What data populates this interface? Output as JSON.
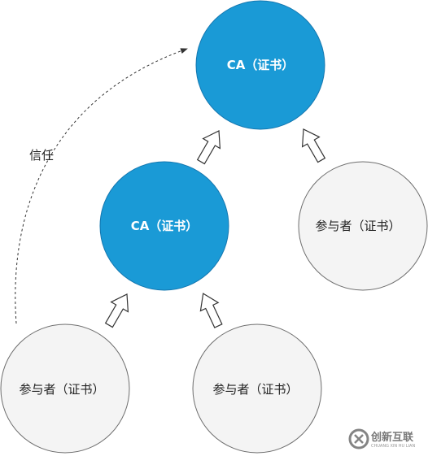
{
  "nodes": {
    "root_ca": {
      "label": "CA（证书）",
      "kind": "ca"
    },
    "intermediate_ca": {
      "label": "CA（证书）",
      "kind": "ca"
    },
    "participant_top": {
      "label": "参与者（证书）",
      "kind": "participant"
    },
    "participant_bottom_left": {
      "label": "参与者（证书）",
      "kind": "participant"
    },
    "participant_bottom_right": {
      "label": "参与者（证书）",
      "kind": "participant"
    }
  },
  "edges": {
    "trust_label": "信任"
  },
  "watermark": {
    "text": "创新互联",
    "subtext": "CHUANG XIN HU LIAN"
  },
  "colors": {
    "ca_fill": "#1a9ad6",
    "ca_stroke": "#1477b0",
    "participant_fill": "#f4f4f4",
    "participant_stroke": "#6e6e6e",
    "arrow_stroke": "#333333"
  }
}
